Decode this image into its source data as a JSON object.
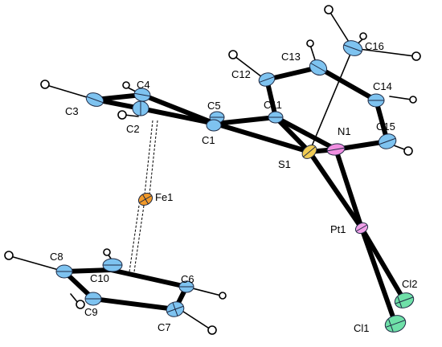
{
  "atom_labels": {
    "c1": "C1",
    "c2": "C2",
    "c3": "C3",
    "c4": "C4",
    "c5": "C5",
    "c6": "C6",
    "c7": "C7",
    "c8": "C8",
    "c9": "C9",
    "c10": "C10",
    "c11": "C11",
    "c12": "C12",
    "c13": "C13",
    "c14": "C14",
    "c15": "C15",
    "c16": "C16",
    "n1": "N1",
    "s1": "S1",
    "fe1": "Fe1",
    "pt1": "Pt1",
    "cl1": "Cl1",
    "cl2": "Cl2"
  },
  "colors": {
    "carbon": "#7ec3f0",
    "nitrogen": "#f08ee0",
    "sulfur": "#f0cc55",
    "iron": "#f29a2a",
    "platinum": "#f0a0e8",
    "chlorine": "#6fe0a8",
    "hydrogen": "#ffffff",
    "bond": "#000000"
  }
}
